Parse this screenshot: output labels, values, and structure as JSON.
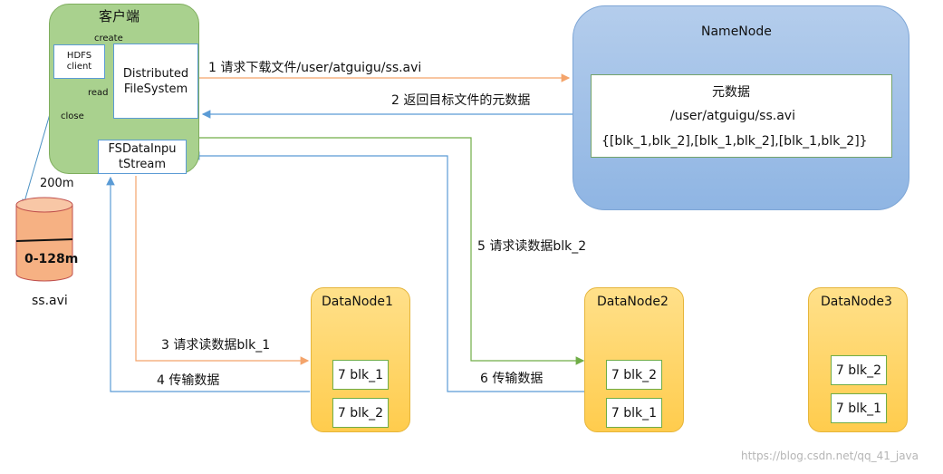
{
  "client": {
    "title": "客户端",
    "hdfs_client": "HDFS\nclient",
    "dfs": "Distributed\nFileSystem",
    "fsdis": "FSDataInpu\ntStream",
    "create": "create",
    "read": "read",
    "close": "close"
  },
  "disk": {
    "size_top": "200m",
    "range": "0-128m",
    "file": "ss.avi"
  },
  "namenode": {
    "title": "NameNode",
    "meta_title": "元数据",
    "meta_path": "/user/atguigu/ss.avi",
    "meta_blocks": "{[blk_1,blk_2],[blk_1,blk_2],[blk_1,blk_2]}"
  },
  "arrows": {
    "step1": "1 请求下载文件/user/atguigu/ss.avi",
    "step2": "2 返回目标文件的元数据",
    "step3": "3 请求读数据blk_1",
    "step4": "4 传输数据",
    "step5": "5 请求读数据blk_2",
    "step6": "6 传输数据"
  },
  "datanodes": [
    {
      "name": "DataNode1",
      "blocks": [
        "7 blk_1",
        "7 blk_2"
      ]
    },
    {
      "name": "DataNode2",
      "blocks": [
        "7 blk_2",
        "7 blk_1"
      ]
    },
    {
      "name": "DataNode3",
      "blocks": [
        "7 blk_2",
        "7 blk_1"
      ]
    }
  ],
  "watermark": "https://blog.csdn.net/qq_41_java",
  "colors": {
    "client_green": "#a9d18e",
    "namenode_blue": "#9dbfe8",
    "datanode_yellow": "#ffd966",
    "arrow_orange": "#f4a46b",
    "arrow_blue": "#5b9bd5",
    "arrow_green": "#70ad47"
  }
}
